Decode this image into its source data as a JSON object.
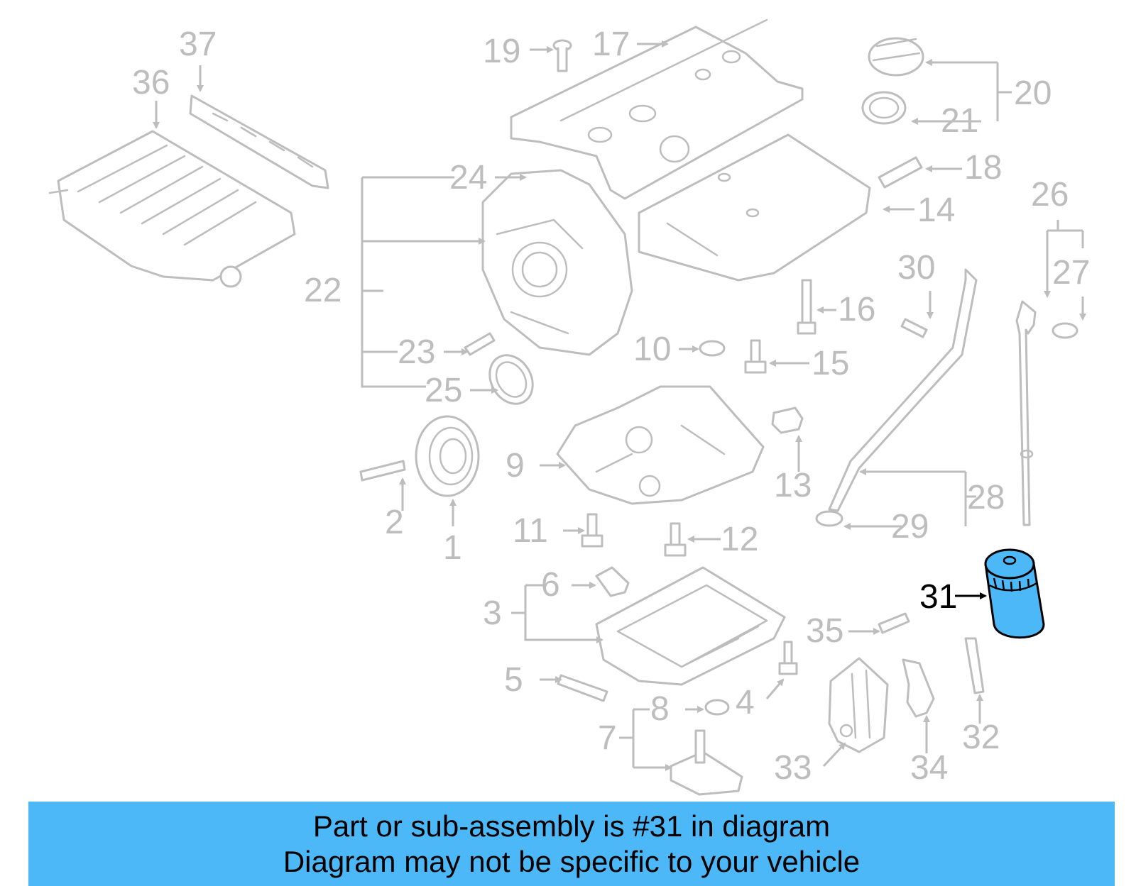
{
  "diagram": {
    "highlight_color": "#4db8f7",
    "highlighted_part": "31",
    "labels": {
      "l1": "1",
      "l2": "2",
      "l3": "3",
      "l4": "4",
      "l5": "5",
      "l6": "6",
      "l7": "7",
      "l8": "8",
      "l9": "9",
      "l10": "10",
      "l11": "11",
      "l12": "12",
      "l13": "13",
      "l14": "14",
      "l15": "15",
      "l16": "16",
      "l17": "17",
      "l18": "18",
      "l19": "19",
      "l20": "20",
      "l21": "21",
      "l22": "22",
      "l23": "23",
      "l24": "24",
      "l25": "25",
      "l26": "26",
      "l27": "27",
      "l28": "28",
      "l29": "29",
      "l30": "30",
      "l31": "31",
      "l32": "32",
      "l33": "33",
      "l34": "34",
      "l35": "35",
      "l36": "36",
      "l37": "37"
    }
  },
  "banner": {
    "line1": "Part or sub-assembly is #31 in diagram",
    "line2": "Diagram may not be specific to your vehicle"
  }
}
